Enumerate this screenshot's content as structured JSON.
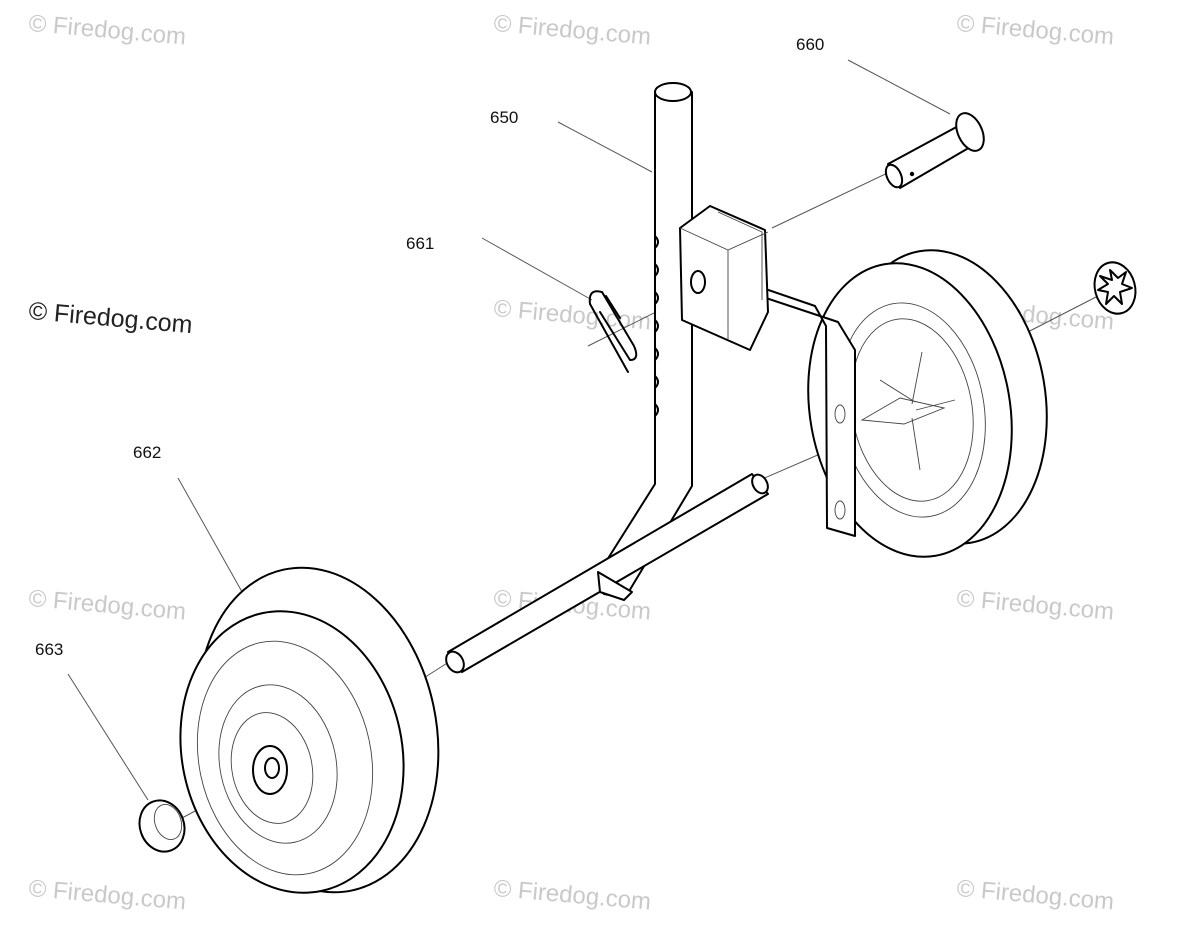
{
  "watermark": {
    "text": "© Firedog.com",
    "primary": "© Firedog.com"
  },
  "callouts": {
    "p650": "650",
    "p660": "660",
    "p661": "661",
    "p662": "662",
    "p663": "663"
  },
  "colors": {
    "line": "#000000",
    "watermark": "#c9c9c9",
    "background": "#ffffff"
  }
}
